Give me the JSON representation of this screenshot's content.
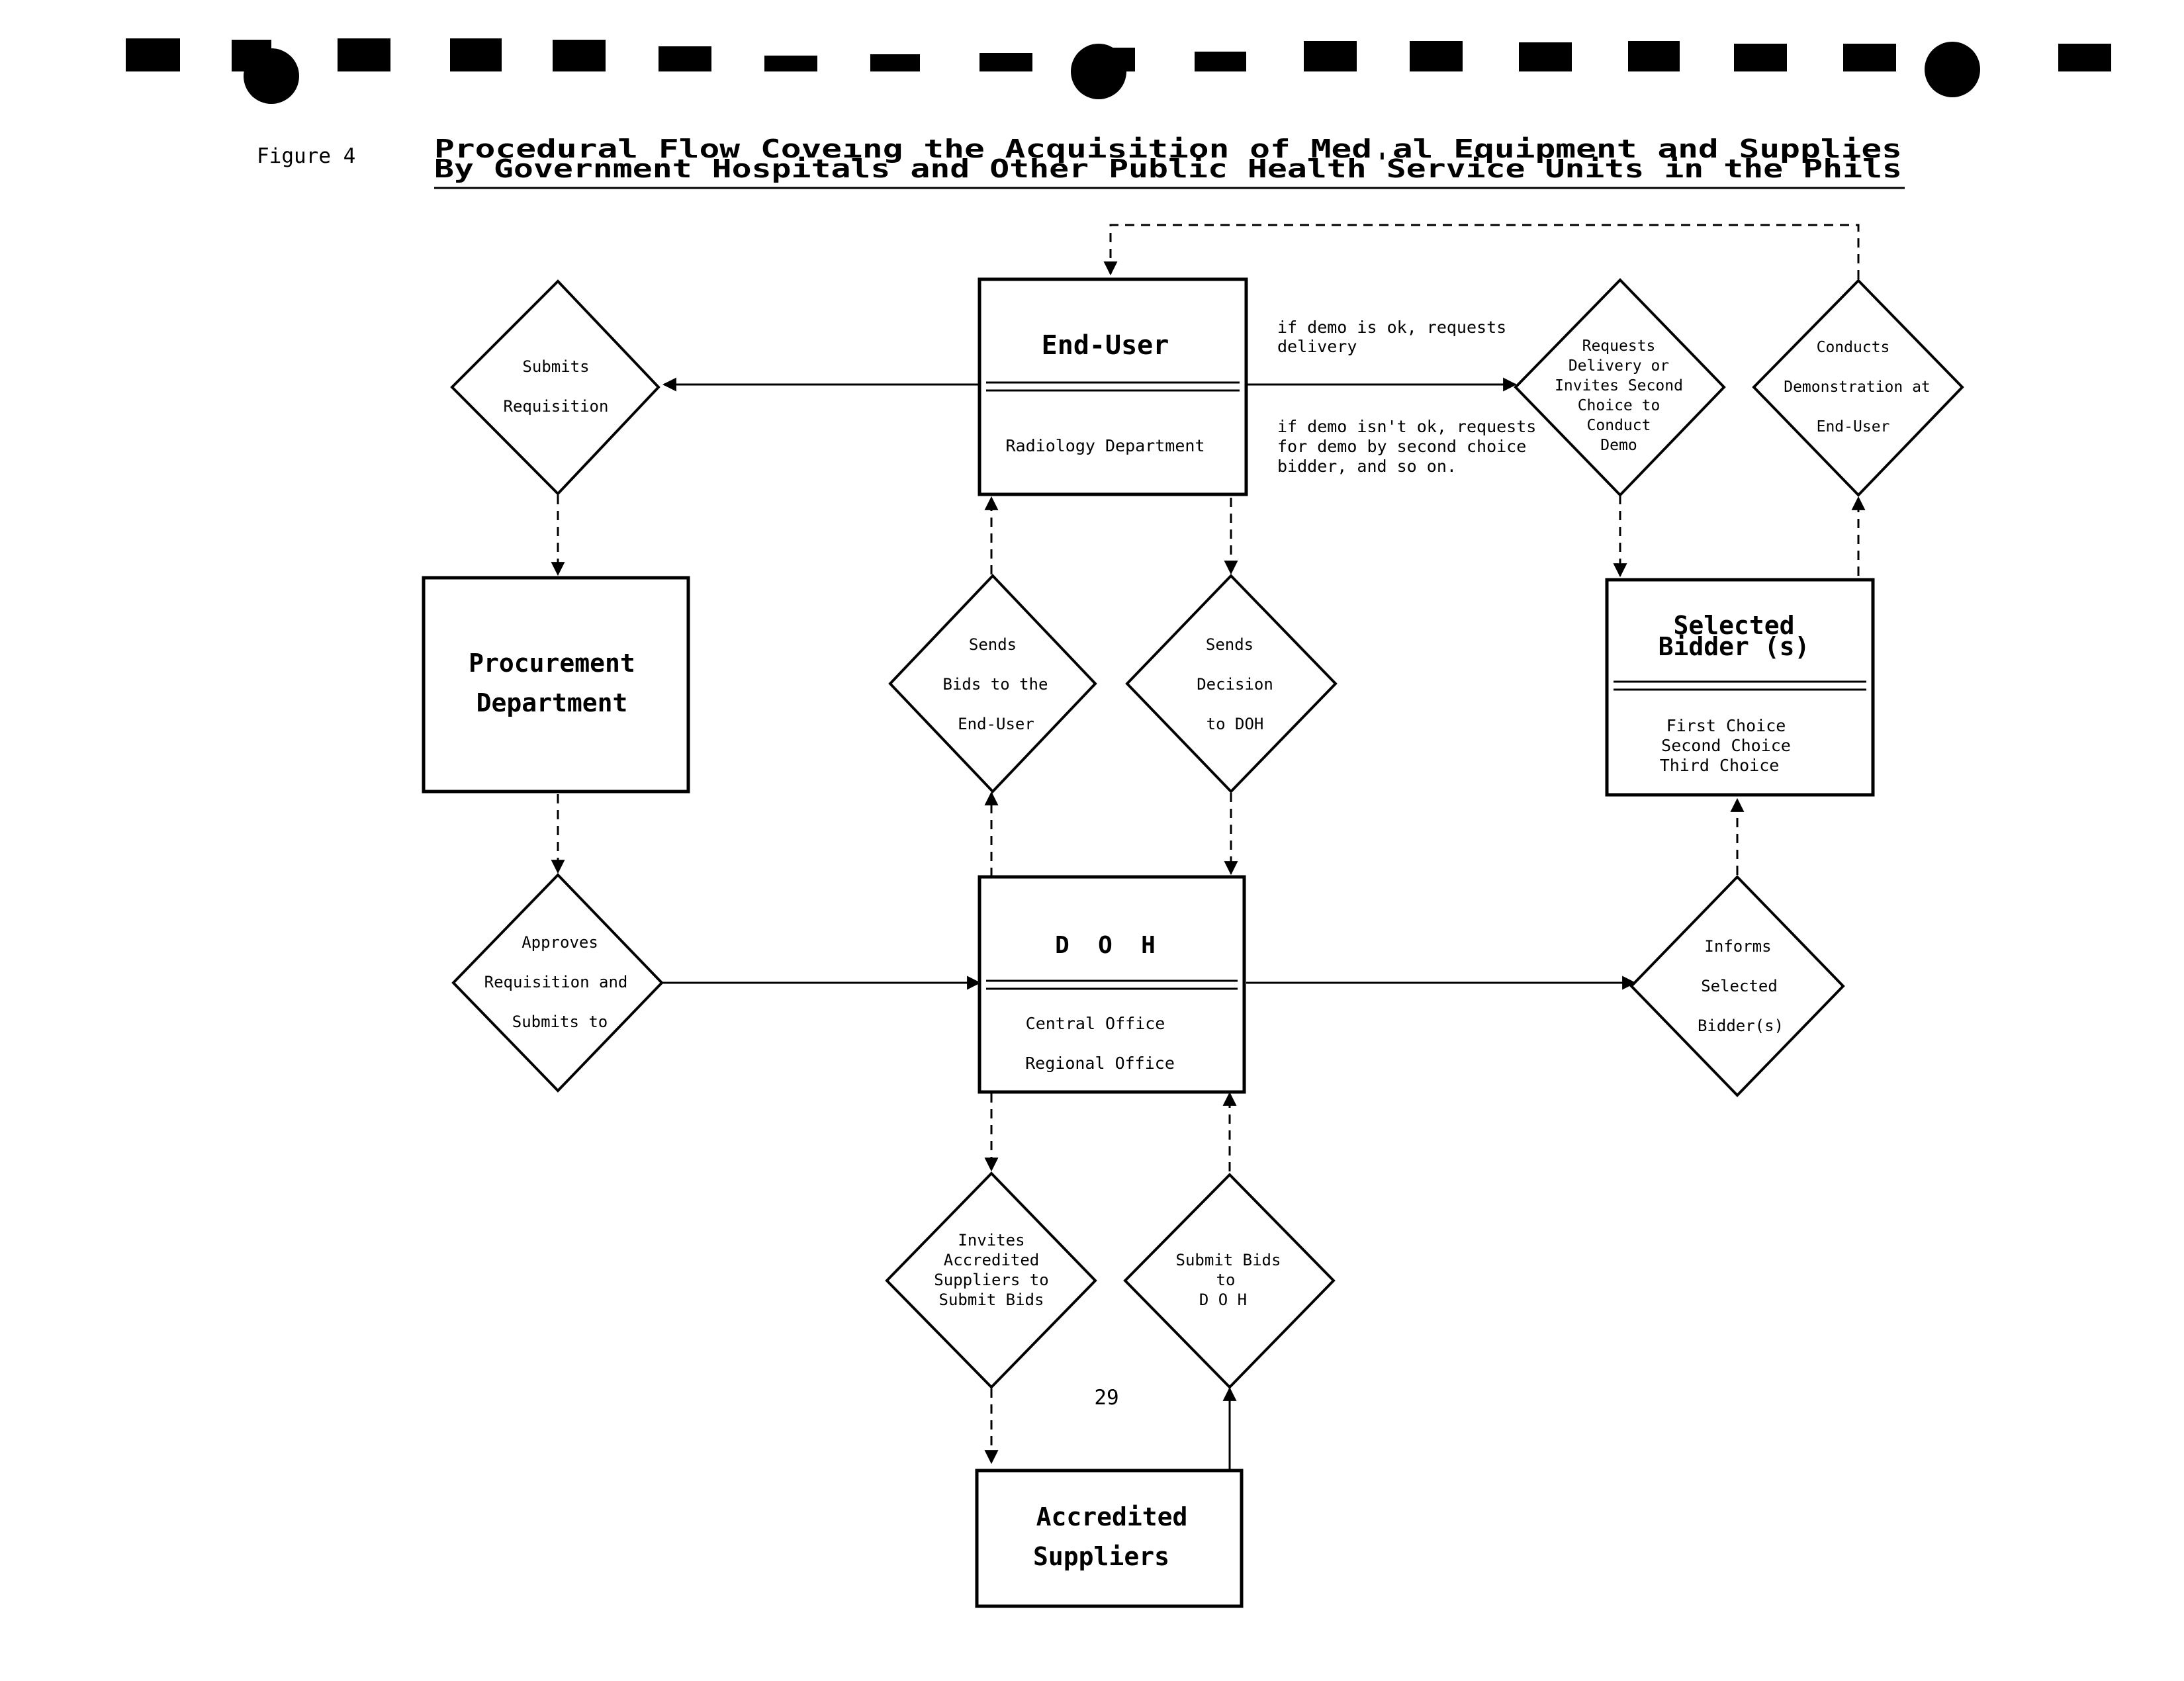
{
  "figure_label": "Figure 4",
  "title": {
    "line1": "Procedural Flow Coveıng the Acquisition of Medˌal Equipment and Supplies",
    "line2": "By Government Hospitals and Other Public Health Service Units in the Phils"
  },
  "page_number": "29",
  "boxes": {
    "end_user": {
      "title": "End-User",
      "sub1": "Radiology Department"
    },
    "procurement": {
      "line1": "Procurement",
      "line2": "Department"
    },
    "doh": {
      "title": "D  O  H",
      "sub1": "Central Office",
      "sub2": "Regional Office"
    },
    "selected_bidder": {
      "line1": "Selected",
      "line2": "Bidder (s)",
      "sub1": "First Choice",
      "sub2": "Second Choice",
      "sub3": "Third Choice"
    },
    "accredited": {
      "line1": "Accredited",
      "line2": "Suppliers"
    }
  },
  "diamonds": {
    "submits_requisition": {
      "l1": "Submits",
      "l2": "Requisition"
    },
    "sends_bids": {
      "l1": "Sends",
      "l2": "Bids to the",
      "l3": "End-User"
    },
    "sends_decision": {
      "l1": "Sends",
      "l2": "Decision",
      "l3": "to DOH"
    },
    "approves": {
      "l1": "Approves",
      "l2": "Requisition and",
      "l3": "Submits to"
    },
    "requests_delivery": {
      "l1": "Requests",
      "l2": "Delivery or",
      "l3": "Invites Second",
      "l4": "Choice to",
      "l5": "Conduct",
      "l6": "Demo"
    },
    "conducts_demo": {
      "l1": "Conducts",
      "l2": "Demonstration at",
      "l3": "End-User"
    },
    "informs": {
      "l1": "Informs",
      "l2": "Selected",
      "l3": "Bidder(s)"
    },
    "invites": {
      "l1": "Invites",
      "l2": "Accredited",
      "l3": "Suppliers to",
      "l4": "Submit Bids"
    },
    "submit_bids": {
      "l1": "Submit Bids",
      "l2": "to",
      "l3": "D O H"
    }
  },
  "notes": {
    "demo_ok": {
      "l1": "if demo is ok, requests",
      "l2": "delivery"
    },
    "demo_not_ok": {
      "l1": "if demo isn't ok, requests",
      "l2": "for demo by second choice",
      "l3": "bidder, and so on."
    }
  },
  "colors": {
    "ink": "#000000",
    "paper": "#ffffff"
  }
}
